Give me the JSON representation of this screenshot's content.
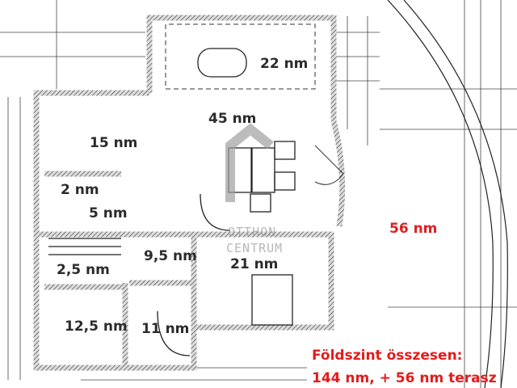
{
  "rooms": [
    {
      "label": "22 nm"
    },
    {
      "label": "45 nm"
    },
    {
      "label": "15 nm"
    },
    {
      "label": "2 nm"
    },
    {
      "label": "5 nm"
    },
    {
      "label": "9,5 nm"
    },
    {
      "label": "21 nm"
    },
    {
      "label": "2,5 nm"
    },
    {
      "label": "12,5 nm"
    },
    {
      "label": "11 nm"
    }
  ],
  "terrace": {
    "label": "56 nm",
    "color": "#e02020"
  },
  "summary": {
    "line1": "Földszint összesen:",
    "line2": "144 nm, + 56 nm terasz",
    "color": "#e41b1b"
  },
  "watermark": {
    "line1": "OTTHON",
    "line2": "CENTRUM"
  }
}
